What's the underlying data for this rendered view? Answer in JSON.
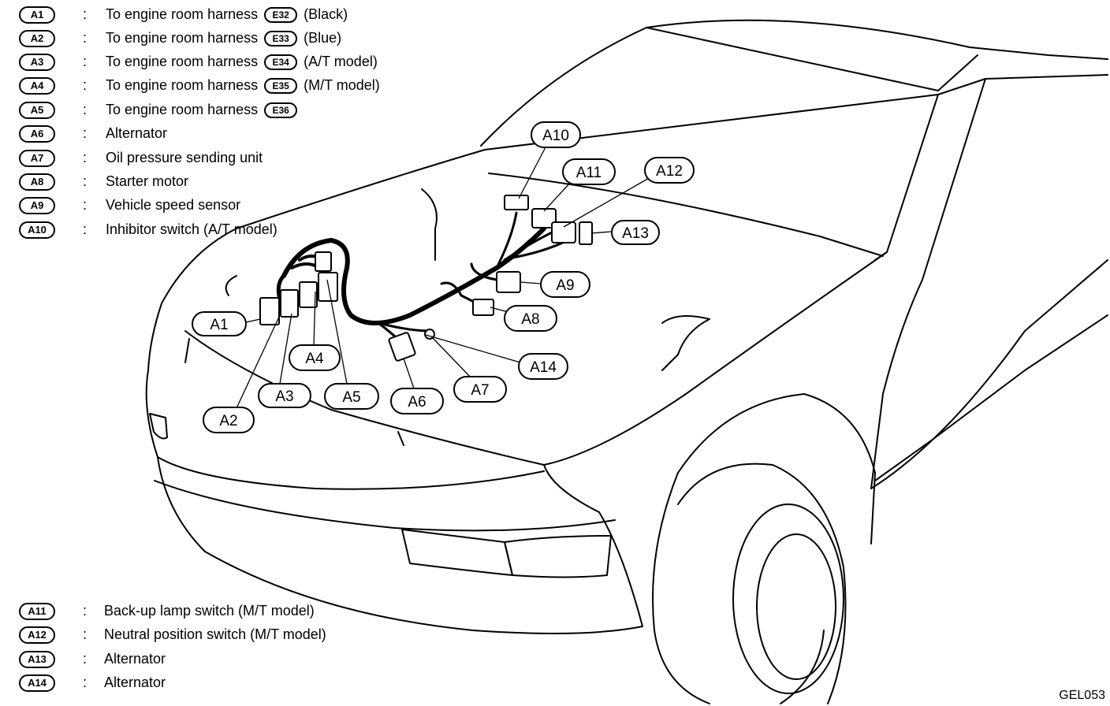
{
  "legend_top": [
    {
      "tag": "A1",
      "text": "To engine room harness",
      "connector": "E32",
      "note": "(Black)"
    },
    {
      "tag": "A2",
      "text": "To engine room harness",
      "connector": "E33",
      "note": "(Blue)"
    },
    {
      "tag": "A3",
      "text": "To engine room harness",
      "connector": "E34",
      "note": "(A/T model)"
    },
    {
      "tag": "A4",
      "text": "To engine room harness",
      "connector": "E35",
      "note": "(M/T model)"
    },
    {
      "tag": "A5",
      "text": "To engine room harness",
      "connector": "E36",
      "note": ""
    },
    {
      "tag": "A6",
      "text": "Alternator"
    },
    {
      "tag": "A7",
      "text": "Oil pressure sending unit"
    },
    {
      "tag": "A8",
      "text": "Starter motor"
    },
    {
      "tag": "A9",
      "text": "Vehicle speed sensor"
    },
    {
      "tag": "A10",
      "text": "Inhibitor switch (A/T model)"
    }
  ],
  "legend_bottom": [
    {
      "tag": "A11",
      "text": "Back-up lamp switch (M/T model)"
    },
    {
      "tag": "A12",
      "text": "Neutral position switch (M/T model)"
    },
    {
      "tag": "A13",
      "text": "Alternator"
    },
    {
      "tag": "A14",
      "text": "Alternator"
    }
  ],
  "separator": ":",
  "callouts": [
    "A1",
    "A2",
    "A3",
    "A4",
    "A5",
    "A6",
    "A7",
    "A8",
    "A9",
    "A10",
    "A11",
    "A12",
    "A13",
    "A14"
  ],
  "figure_code": "GEL053"
}
